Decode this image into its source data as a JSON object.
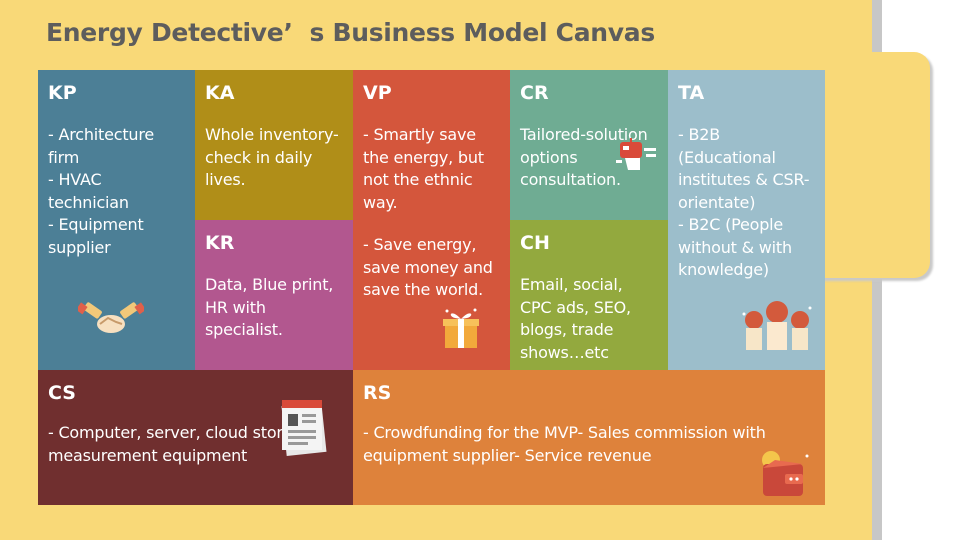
{
  "title": "Energy Detective’  s Business Model Canvas",
  "blocks": {
    "kp": {
      "abbr": "KP",
      "body": " - Architecture firm\n- HVAC technician\n- Equipment supplier"
    },
    "ka": {
      "abbr": "KA",
      "body": "Whole inventory-check in daily lives."
    },
    "kr": {
      "abbr": "KR",
      "body": "Data, Blue print, HR with specialist."
    },
    "vp": {
      "abbr": "VP",
      "body": "- Smartly save the energy, but not the ethnic way.",
      "body2": "- Save energy, save money and save the world."
    },
    "cr": {
      "abbr": "CR",
      "body": "Tailored-solution options consultation."
    },
    "ch": {
      "abbr": "CH",
      "body": "Email, social, CPC ads, SEO, blogs, trade shows…etc"
    },
    "ta": {
      "abbr": "TA",
      "body": " - B2B (Educational institutes & CSR-orientate)\n- B2C  (People without & with knowledge)"
    },
    "cs": {
      "abbr": "CS",
      "body": "- Computer, server, cloud storage, measurement equipment"
    },
    "rs": {
      "abbr": "RS",
      "body": "- Crowdfunding for the MVP- Sales commission with equipment supplier- Service revenue"
    }
  },
  "icons": {
    "kp": "handshake-icon",
    "vp": "gift-box-icon",
    "cr": "robot-icon",
    "ta": "people-group-icon",
    "cs": "invoice-icon",
    "rs": "wallet-coin-icon"
  }
}
